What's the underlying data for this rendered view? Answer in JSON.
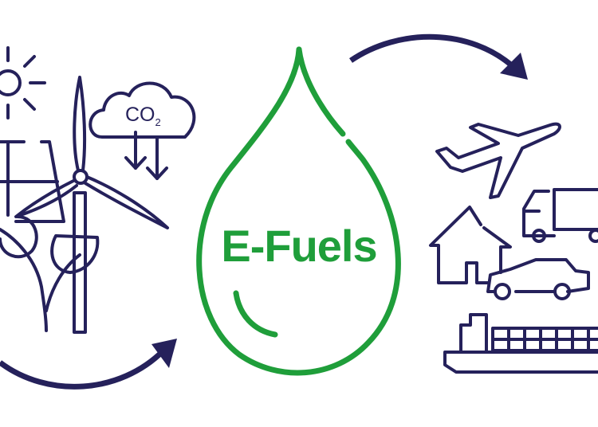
{
  "title": "E-Fuels",
  "cloud_label": {
    "main": "CO",
    "subscript": "2"
  },
  "colors": {
    "navy": "#25215b",
    "green": "#1f9e3a"
  },
  "icons": [
    "sun-icon",
    "solar-panel-icon",
    "wind-turbine-icon",
    "co2-cloud-icon",
    "leaf-icon",
    "drop-icon",
    "airplane-icon",
    "truck-icon",
    "house-icon",
    "car-icon",
    "ship-icon",
    "arrow-icon"
  ]
}
